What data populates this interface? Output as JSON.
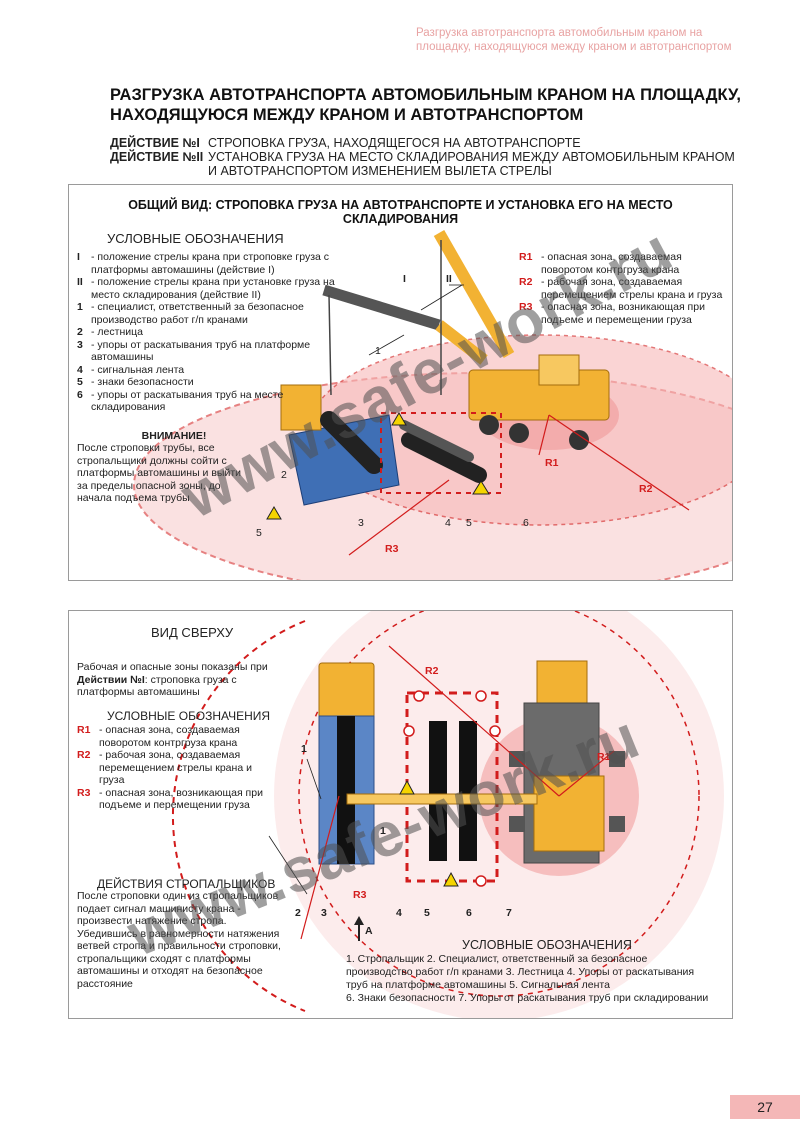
{
  "header_note": "Разгрузка автотранспорта автомобильным краном на площадку, находящуюся между краном и автотранспортом",
  "page_title": "РАЗГРУЗКА АВТОТРАНСПОРТА АВТОМОБИЛЬНЫМ КРАНОМ НА ПЛОЩАДКУ, НАХОДЯЩУЮСЯ МЕЖДУ КРАНОМ И АВТОТРАНСПОРТОМ",
  "actions": [
    {
      "label": "ДЕЙСТВИЕ №I",
      "text": "СТРОПОВКА ГРУЗА, НАХОДЯЩЕГОСЯ НА АВТОТРАНСПОРТЕ"
    },
    {
      "label": "ДЕЙСТВИЕ №II",
      "text": "УСТАНОВКА ГРУЗА НА МЕСТО СКЛАДИРОВАНИЯ МЕЖДУ АВТОМОБИЛЬНЫМ КРАНОМ",
      "text2": "И АВТОТРАНСПОРТОМ ИЗМЕНЕНИЕМ ВЫЛЕТА СТРЕЛЫ"
    }
  ],
  "panel1": {
    "heading": "ОБЩИЙ ВИД: СТРОПОВКА ГРУЗА НА АВТОТРАНСПОРТЕ И УСТАНОВКА ЕГО НА МЕСТО СКЛАДИРОВАНИЯ",
    "legend_title": "УСЛОВНЫЕ ОБОЗНАЧЕНИЯ",
    "legend_items": [
      {
        "key": "I",
        "text": "- положение стрелы крана при строповке  груза с платформы автомашины (действие I)"
      },
      {
        "key": "II",
        "text": "- положение стрелы крана при установке груза на место складирования (действие II)"
      },
      {
        "key": "1",
        "text": "- специалист, ответственный за безопасное производство работ г/п кранами"
      },
      {
        "key": "2",
        "text": "- лестница"
      },
      {
        "key": "3",
        "text": "- упоры от раскатывания труб на платформе автомашины"
      },
      {
        "key": "4",
        "text": "- сигнальная лента"
      },
      {
        "key": "5",
        "text": "- знаки безопасности"
      },
      {
        "key": "6",
        "text": "- упоры от раскатывания труб на месте складирования"
      }
    ],
    "zones": [
      {
        "key": "R1",
        "text": "- опасная зона, создаваемая поворотом контргруза крана"
      },
      {
        "key": "R2",
        "text": "- рабочая зона, создаваемая перемещением стрелы крана и груза"
      },
      {
        "key": "R3",
        "text": "- опасная зона, возникающая при подъеме и перемещении груза"
      }
    ],
    "warning_title": "ВНИМАНИЕ!",
    "warning_text": "После строповки трубы, все стропальщики должны сойти с платформы автомашины и выйти за пределы опасной зоны, до начала подъема трубы",
    "callouts": [
      "I",
      "II",
      "1",
      "2",
      "3",
      "4",
      "5",
      "6",
      "5",
      "R1",
      "R2",
      "R3"
    ]
  },
  "panel2": {
    "heading": "ВИД СВЕРХУ",
    "note": "Рабочая и опасные зоны показаны при",
    "note_bold": "Действии №I",
    "note_rest": ": строповка груза с платформы автомашины",
    "legend_title": "УСЛОВНЫЕ ОБОЗНАЧЕНИЯ",
    "zones": [
      {
        "key": "R1",
        "text": "- опасная зона, создаваемая поворотом контргруза крана"
      },
      {
        "key": "R2",
        "text": "- рабочая зона, создаваемая перемещением стрелы крана и груза"
      },
      {
        "key": "R3",
        "text": "- опасная зона, возникающая при подъеме и перемещении груза"
      }
    ],
    "riggers_title": "ДЕЙСТВИЯ СТРОПАЛЬЩИКОВ",
    "riggers_text": "После строповки один из стропальщиков подает сигнал машинисту крана - произвести натяжение стропа. Убедившись в равномерности натяжения ветвей стропа и правильности строповки, стропальщики сходят с платформы автомашины и отходят на безопасное расстояние",
    "bottom_legend_title": "УСЛОВНЫЕ ОБОЗНАЧЕНИЯ",
    "bottom_legend_lines": [
      "1. Стропальщик  2. Специалист, ответственный за безопасное",
      "производство работ г/п кранами  3. Лестница  4. Упоры от раскатывания",
      "труб на платформе автомашины  5. Сигнальная лента",
      "6. Знаки безопасности  7. Упоры от раскатывания труб при складировании"
    ],
    "callouts": [
      "1",
      "1",
      "2",
      "3",
      "4",
      "5",
      "6",
      "7",
      "R1",
      "R2",
      "R3",
      "А"
    ]
  },
  "watermark": "www.safe-work.ru",
  "page_number": "27",
  "colors": {
    "zone_red": "#d21c1c",
    "zone_fill": "#f7c9c9",
    "crane_yellow": "#f2b233",
    "truck_blue": "#3f6fb5",
    "page_box": "#f4b7b7"
  }
}
